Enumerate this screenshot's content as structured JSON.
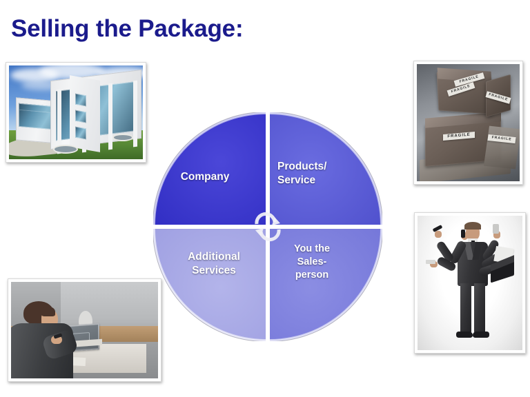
{
  "slide": {
    "title": "Selling the Package:",
    "title_color": "#1B1B8C",
    "background_color": "#FFFFFF"
  },
  "diagram": {
    "type": "four-quadrant-cycle-circle",
    "center_icon": "cycle-arrows-icon",
    "quadrants": [
      {
        "id": "company",
        "position": "top-left",
        "label": "Company",
        "fill_color": "#2F2CC2",
        "text_color": "#FFFFFF"
      },
      {
        "id": "products-service",
        "position": "top-right",
        "label": "Products/\nService",
        "fill_color": "#4D4ECB",
        "text_color": "#FFFFFF"
      },
      {
        "id": "additional-services",
        "position": "bottom-left",
        "label": "Additional\nServices",
        "fill_color": "#9A9BE0",
        "text_color": "#FFFFFF"
      },
      {
        "id": "you-the-salesperson",
        "position": "bottom-right",
        "label": "You the\nSales-\nperson",
        "fill_color": "#7274D8",
        "text_color": "#FFFFFF"
      }
    ]
  },
  "photos": [
    {
      "id": "office-building",
      "position": "top-left",
      "description": "Modern white office building with glass curtain wall facade and green lawn"
    },
    {
      "id": "parcels",
      "position": "top-right",
      "description": "Stacked brown wrapped parcels with FRAGILE labels",
      "labels": [
        "FRAGILE",
        "FRAGILE",
        "FRAGILE"
      ]
    },
    {
      "id": "multitasking-businessman",
      "position": "bottom-right",
      "description": "Businessman in grey suit with multiple arms holding phone, laptop, papers and pen"
    },
    {
      "id": "business-meeting",
      "position": "bottom-left",
      "description": "Two business people meeting over a laptop"
    }
  ]
}
